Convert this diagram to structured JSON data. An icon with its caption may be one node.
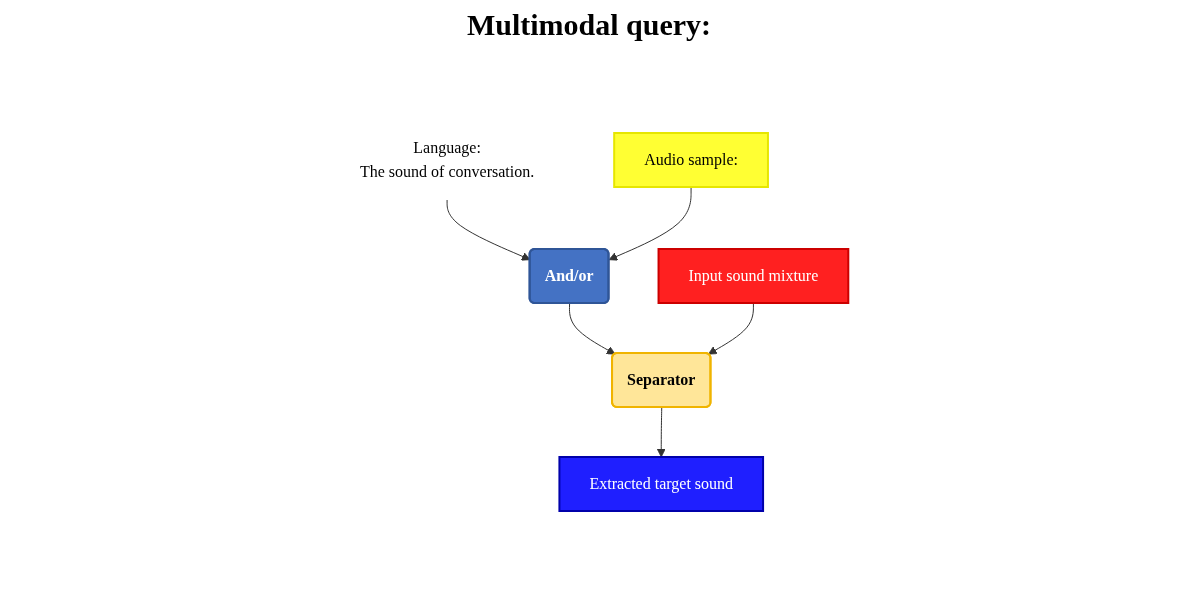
{
  "diagram": {
    "title": "Multimodal query:",
    "nodes": [
      {
        "text": [
          "Language:",
          "The sound of conversation."
        ]
      },
      {
        "text": [
          "Audio sample:"
        ]
      },
      {
        "text": [
          "And/or"
        ]
      },
      {
        "text": [
          "Separator"
        ]
      },
      {
        "text": [
          "Input sound mixture"
        ]
      },
      {
        "text": [
          "Extracted target sound"
        ]
      }
    ],
    "edges": [
      {
        "from": 0,
        "to": 2,
        "arrow": "to"
      },
      {
        "from": 1,
        "to": 2,
        "arrow": "to"
      },
      {
        "from": 2,
        "to": 3,
        "arrow": "to"
      },
      {
        "from": 4,
        "to": 3,
        "arrow": "to"
      },
      {
        "from": 3,
        "to": 5,
        "arrow": "to"
      }
    ]
  }
}
